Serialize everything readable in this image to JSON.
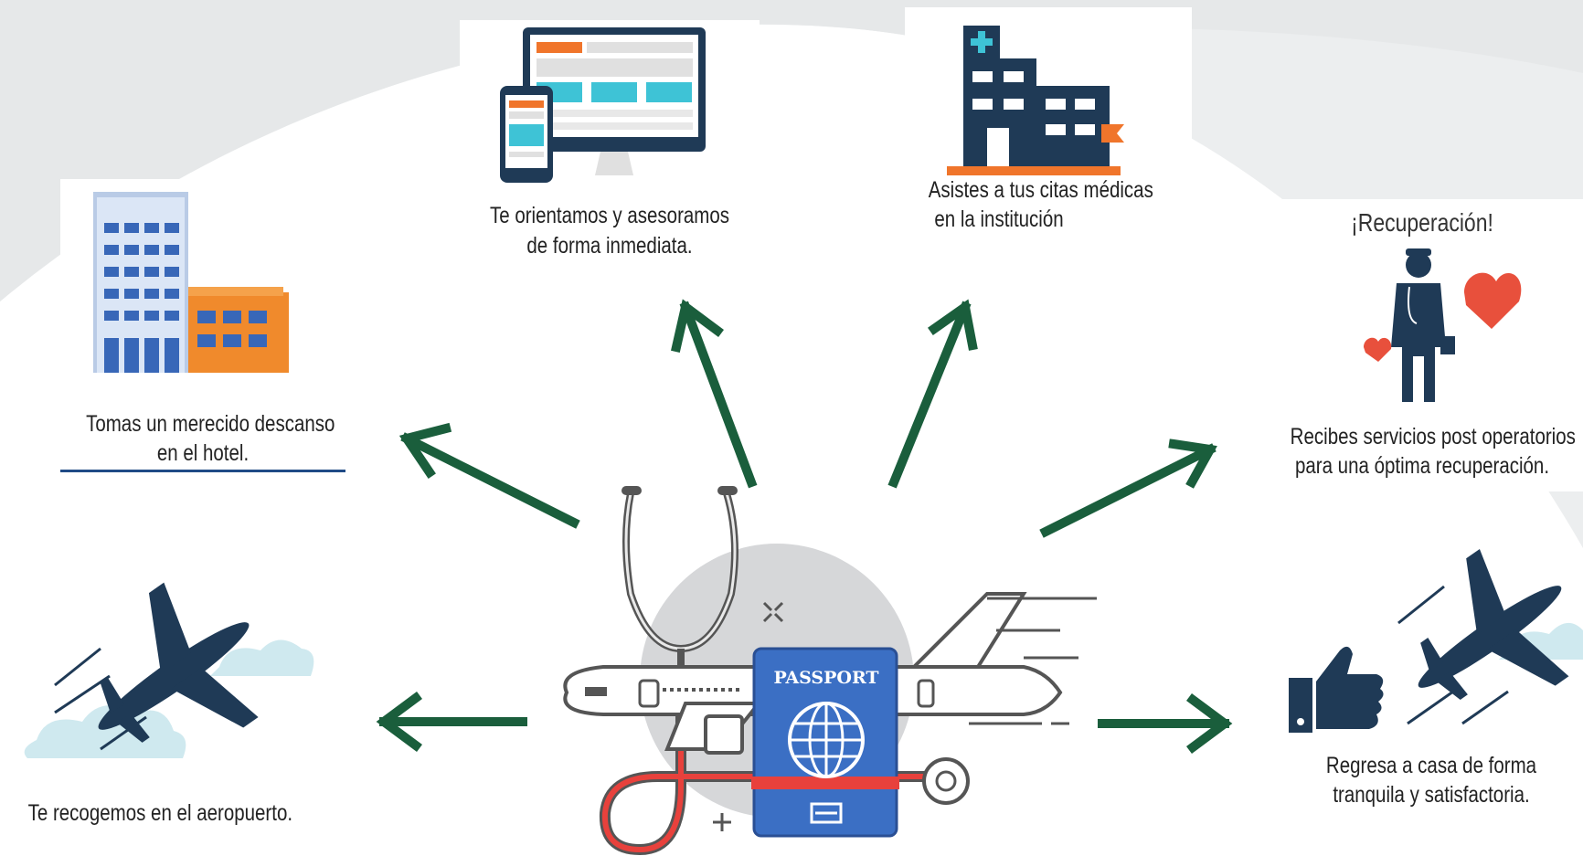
{
  "steps": {
    "hotel": {
      "caption_line1": "Tomas un merecido descanso",
      "caption_line2": "en el hotel."
    },
    "guidance": {
      "caption_line1": "Te orientamos y asesoramos",
      "caption_line2": "de forma inmediata."
    },
    "appointments": {
      "caption_line1": "Asistes a tus citas médicas",
      "caption_line2": "en la institución"
    },
    "recovery": {
      "title": "¡Recuperación!",
      "caption_line1": "Recibes servicios post operatorios",
      "caption_line2": "para una óptima recuperación."
    },
    "airport": {
      "caption": "Te recogemos en el aeropuerto."
    },
    "return": {
      "caption_line1": "Regresa a casa de forma",
      "caption_line2": "tranquila y satisfactoria."
    }
  },
  "center": {
    "passport_label": "PASSPORT"
  },
  "colors": {
    "arrow": "#1a5e3c",
    "navy": "#1f3a56",
    "orange": "#f0752b",
    "cyan": "#3ec3d6",
    "passport_blue": "#3b6fc4",
    "red": "#e8413c"
  },
  "icons": [
    "hotel-icon",
    "devices-icon",
    "hospital-icon",
    "doctor-hearts-icon",
    "airplane-icon",
    "thumbs-up-icon",
    "passport-icon",
    "stethoscope-icon"
  ]
}
